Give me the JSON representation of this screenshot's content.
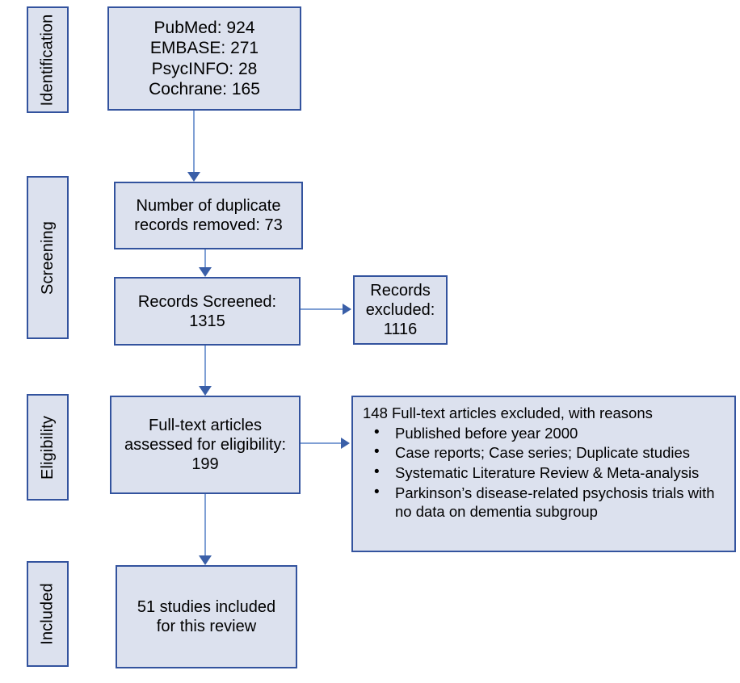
{
  "diagram": {
    "type": "prisma-flow-diagram",
    "colors": {
      "box_fill": "#dce1ee",
      "box_border": "#33539e",
      "connector": "#7f9fd4",
      "arrow_head": "#3a5fa8",
      "background": "#ffffff",
      "text": "#000000"
    },
    "stages": [
      {
        "id": "identification",
        "label": "Identification"
      },
      {
        "id": "screening",
        "label": "Screening"
      },
      {
        "id": "eligibility",
        "label": "Eligibility"
      },
      {
        "id": "included",
        "label": "Included"
      }
    ],
    "boxes": {
      "sources": {
        "text": "PubMed: 924\nEMBASE: 271\nPsycINFO: 28\nCochrane: 165",
        "records": [
          {
            "database": "PubMed",
            "count": 924
          },
          {
            "database": "EMBASE",
            "count": 271
          },
          {
            "database": "PsycINFO",
            "count": 28
          },
          {
            "database": "Cochrane",
            "count": 165
          }
        ]
      },
      "duplicates": {
        "text": "Number of duplicate\nrecords removed: 73",
        "count": 73
      },
      "screened": {
        "text": "Records Screened:\n1315",
        "count": 1315
      },
      "excluded_records": {
        "text": "Records\nexcluded:\n1116",
        "count": 1116
      },
      "fulltext": {
        "text": "Full-text articles\nassessed for eligibility:\n199",
        "count": 199
      },
      "included": {
        "text": "51 studies included\nfor this review",
        "count": 51
      }
    },
    "reasons": {
      "heading": "148 Full-text articles excluded, with reasons",
      "count": 148,
      "items": [
        "Published before year 2000",
        "Case reports; Case series; Duplicate studies",
        "Systematic Literature Review & Meta-analysis",
        "Parkinson’s disease-related psychosis trials with no data on dementia subgroup"
      ]
    }
  }
}
